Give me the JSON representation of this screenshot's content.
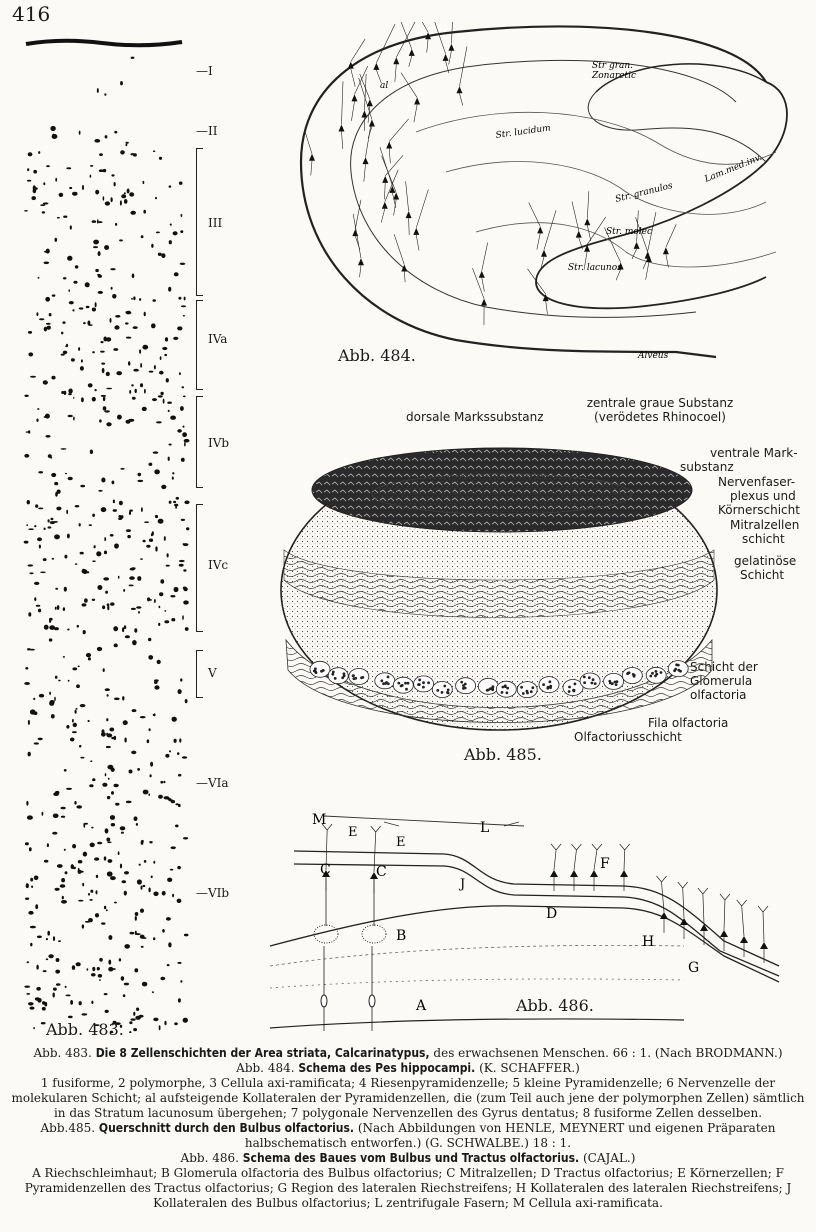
{
  "page_number": "416",
  "fig483": {
    "label": "Abb. 483.",
    "layers": [
      {
        "id": "I",
        "label": "—I"
      },
      {
        "id": "II",
        "label": "—II"
      },
      {
        "id": "III",
        "label": "III"
      },
      {
        "id": "IVa",
        "label": "IVa"
      },
      {
        "id": "IVb",
        "label": "IVb"
      },
      {
        "id": "IVc",
        "label": "IVc"
      },
      {
        "id": "V",
        "label": "V"
      },
      {
        "id": "VIa",
        "label": "—VIa"
      },
      {
        "id": "VIb",
        "label": "—VIb"
      }
    ]
  },
  "fig484": {
    "label": "Abb. 484.",
    "annotations": {
      "str_gran": "Str gran.",
      "zonaretic": "Zonaretic",
      "str_lucidum": "Str. lucidum",
      "str_granulos": "Str. granulos",
      "lamina": "Lam.med.inv.",
      "str_molec": "Str. molec",
      "str_lacunos": "Str. lacunos",
      "alveus": "Alveus",
      "al": "al"
    }
  },
  "fig485": {
    "label": "Abb. 485.",
    "annotations": {
      "dorsal": "dorsale Markssubstanz",
      "central_1": "zentrale graue Substanz",
      "central_2": "(verödetes Rhinocoel)",
      "ventral_1": "ventrale Mark-",
      "ventral_2": "substanz",
      "nerv_1": "Nervenfaser-",
      "nerv_2": "plexus und",
      "nerv_3": "Körnerschicht",
      "mitral_1": "Mitralzellen",
      "mitral_2": "schicht",
      "gel_1": "gelatinöse",
      "gel_2": "Schicht",
      "glom_1": "Schicht der",
      "glom_2": "Glomerula",
      "glom_3": "olfactoria",
      "fila": "Fila olfactoria",
      "olf_layer": "Olfactoriusschicht"
    }
  },
  "fig486": {
    "label": "Abb. 486.",
    "letters": {
      "M": "M",
      "E": "E",
      "E2": "E",
      "L": "L",
      "C": "C",
      "C2": "C",
      "J": "J",
      "F": "F",
      "D": "D",
      "B": "B",
      "H": "H",
      "G": "G",
      "A": "A"
    }
  },
  "captions": {
    "c483": {
      "num": "Abb. 483.",
      "title": "Die 8 Zellenschichten der Area striata, Calcarinatypus,",
      "note": "des erwachsenen Menschen. 66 : 1. (Nach BRODMANN.)"
    },
    "c484": {
      "num": "Abb. 484.",
      "title": "Schema des Pes hippocampi.",
      "note": "(K. SCHAFFER.)",
      "body": "1 fusiforme, 2 polymorphe, 3 Cellula axi-ramificata; 4 Riesenpyramidenzelle; 5 kleine Pyramidenzelle; 6 Nervenzelle der molekularen Schicht; al aufsteigende Kollateralen der Pyramidenzellen, die (zum Teil auch jene der polymorphen Zellen) sämtlich in das Stratum lacunosum übergehen; 7 polygonale Nervenzellen des Gyrus dentatus; 8 fusiforme Zellen desselben."
    },
    "c485": {
      "num": "Abb.485.",
      "title": "Querschnitt durch den Bulbus olfactorius.",
      "note": "(Nach Abbildungen von HENLE, MEYNERT und eigenen Präparaten halbschematisch entworfen.) (G. SCHWALBE.) 18 : 1."
    },
    "c486": {
      "num": "Abb. 486.",
      "title": "Schema des Baues vom Bulbus und Tractus olfactorius.",
      "note": "(CAJAL.)",
      "body": "A Riechschleimhaut; B Glomerula olfactoria des Bulbus olfactorius; C Mitralzellen; D Tractus olfactorius; E Körnerzellen; F Pyramidenzellen des Tractus olfactorius; G Region des lateralen Riechstreifens; H Kollateralen des lateralen Riechstreifens; J Kollateralen des Bulbus olfactorius; L zentrifugale Fasern; M Cellula axi-ramificata."
    }
  }
}
